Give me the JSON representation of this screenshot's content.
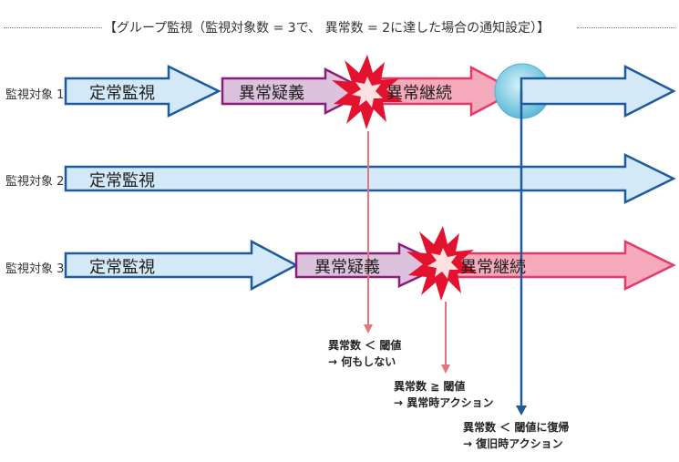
{
  "title": "【グループ監視（監視対象数 = 3で、 異常数 = 2に達した場合の通知設定）】",
  "rows": [
    {
      "label": "監視対象 1",
      "phases": [
        "定常監視",
        "異常疑義",
        "異常継続"
      ]
    },
    {
      "label": "監視対象 2",
      "phases": [
        "定常監視"
      ]
    },
    {
      "label": "監視対象 3",
      "phases": [
        "定常監視",
        "異常疑義",
        "異常継続"
      ]
    }
  ],
  "notes": [
    {
      "line1": "異常数 ＜ 閾値",
      "line2": "→ 何もしない"
    },
    {
      "line1": "異常数 ≧ 閾値",
      "line2": "→ 異常時アクション"
    },
    {
      "line1": "異常数 ＜ 閾値に復帰",
      "line2": "→ 復旧時アクション"
    }
  ],
  "colors": {
    "normal_fill": "#d3e9f7",
    "normal_stroke": "#1e5a9e",
    "doubt_fill": "#dcc2dc",
    "doubt_stroke": "#8a1d7e",
    "continue_fill": "#f4aabb",
    "continue_stroke": "#e5396a",
    "burst_fill": "#e3132f",
    "burst_inner": "#fde0e0",
    "drop_line": "#e4747e",
    "recover_line": "#1e5a9e",
    "recover_circle": "#7fd0e3"
  }
}
